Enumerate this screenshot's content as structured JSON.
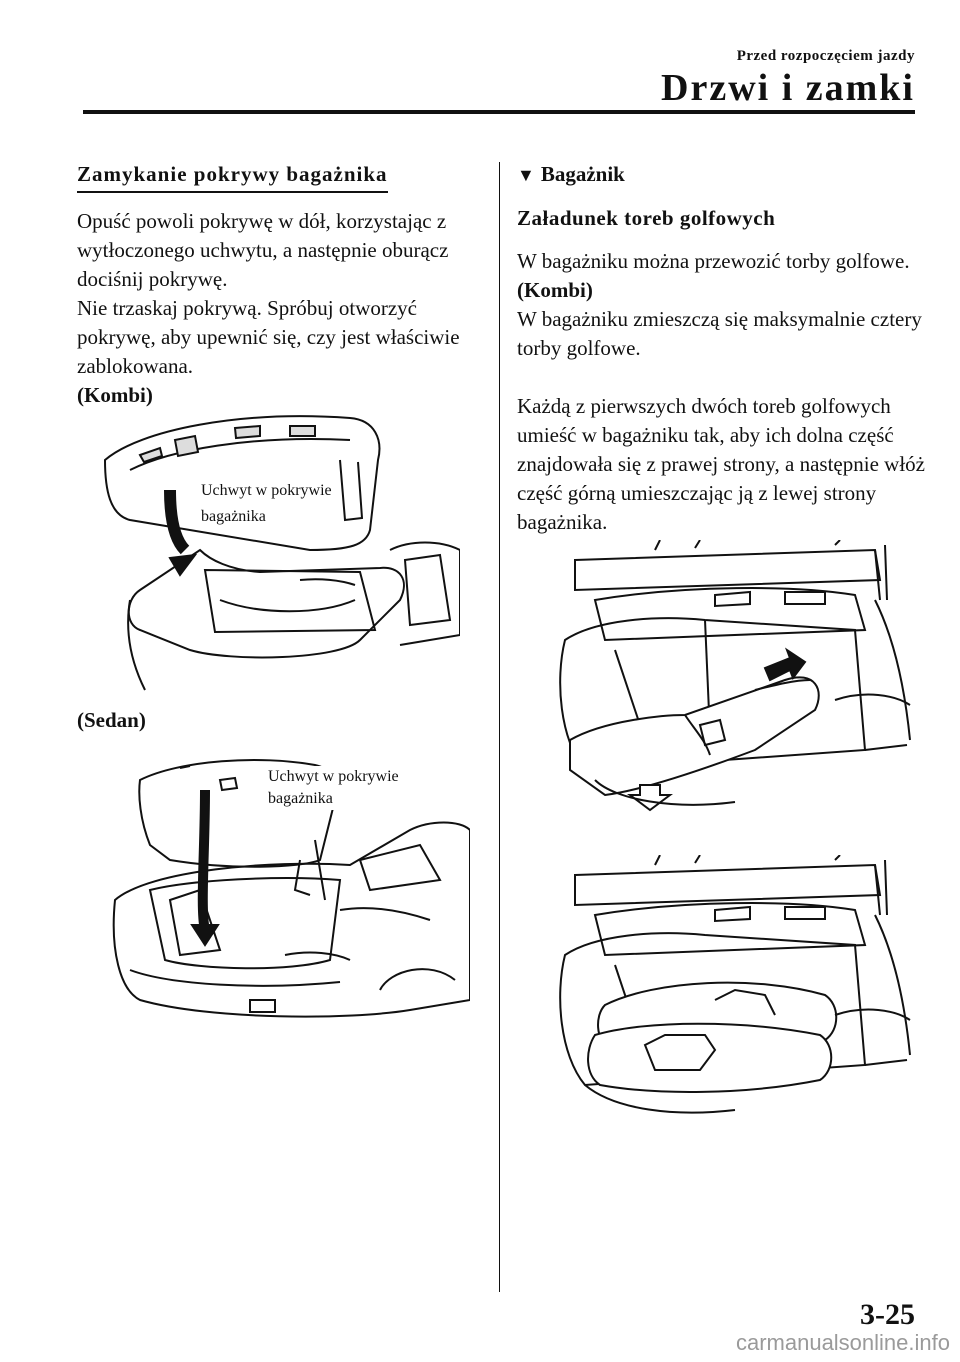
{
  "header": {
    "subtitle": "Przed rozpoczęciem jazdy",
    "title": "Drzwi i zamki"
  },
  "left": {
    "heading": "Zamykanie pokrywy bagażnika",
    "para1": "Opuść powoli pokrywę w dół, korzystając z wytłoczonego uchwytu, a następnie oburącz dociśnij pokrywę.",
    "para2": "Nie trzaskaj pokrywą. Spróbuj otworzyć pokrywę, aby upewnić się, czy jest właściwie zablokowana.",
    "label_kombi": "(Kombi)",
    "callout_kombi_1": "Uchwyt w pokrywie",
    "callout_kombi_2": "bagażnika",
    "label_sedan": "(Sedan)",
    "callout_sedan_1": "Uchwyt w pokrywie",
    "callout_sedan_2": "bagażnika"
  },
  "right": {
    "section_marker": "▼",
    "section_title": "Bagażnik",
    "subheading": "Załadunek toreb golfowych",
    "para1": "W bagażniku można przewozić torby golfowe.",
    "label_kombi": "(Kombi)",
    "para2": "W bagażniku zmieszczą się maksymalnie cztery torby golfowe.",
    "para3": "Każdą z pierwszych dwóch toreb golfowych umieść w bagażniku tak, aby ich dolna część znajdowała się z prawej strony, a następnie włóż część górną umieszczając ją z lewej strony bagażnika."
  },
  "footer": {
    "page_number": "3-25",
    "watermark": "carmanualsonline.info"
  }
}
